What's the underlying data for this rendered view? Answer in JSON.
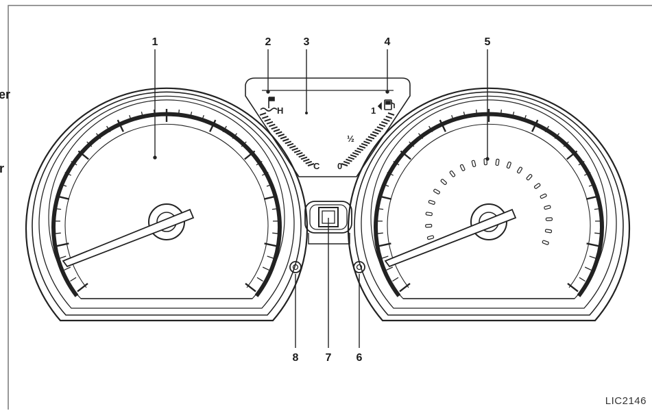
{
  "callouts": [
    "1",
    "2",
    "3",
    "4",
    "5",
    "6",
    "7",
    "8"
  ],
  "gauge_marks": {
    "temp_hot": "H",
    "temp_cold": "C",
    "fuel_full": "1",
    "fuel_half": "½",
    "fuel_empty": "0"
  },
  "edge_text": [
    "er",
    "r"
  ],
  "figure_id": "LIC2146",
  "icons": {
    "temperature": "coolant-temperature-icon",
    "fuel": "fuel-pump-icon",
    "trip_button": "odometer-reset-button-icon"
  }
}
